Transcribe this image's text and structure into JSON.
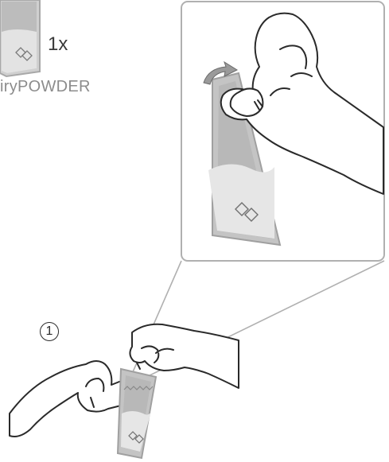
{
  "labels": {
    "quantity": "1x",
    "product_name": "iryPOWDER",
    "step_number": "1"
  },
  "colors": {
    "line": "#2a2a2a",
    "sachet_border": "#a8a8a8",
    "sachet_fill": "#c8c8c8",
    "powder_dark": "#b4b4b4",
    "powder_light": "#e4e4e4",
    "inset_frame": "#b0b0b0",
    "arrow_fill": "#9a9a9a",
    "label_gray": "#8c8c8c"
  },
  "icons": {
    "fold_arrow": "curved-arrow-icon",
    "sachet_logo": "double-diamond-icon"
  }
}
